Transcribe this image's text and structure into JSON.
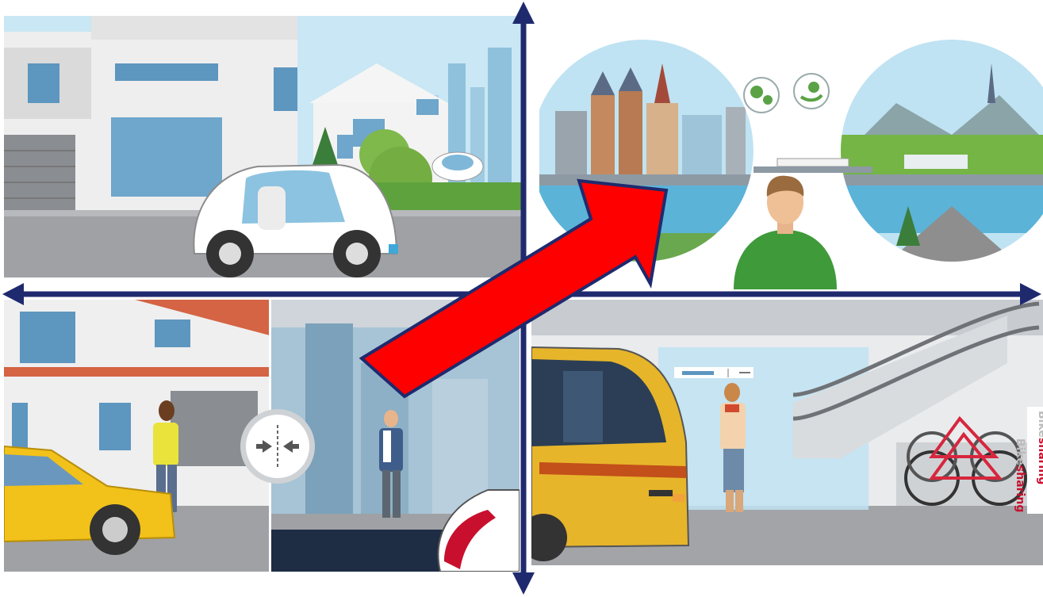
{
  "scene": {
    "panels": [
      {
        "id": "top-left",
        "subject": "autonomous-car-residential-street"
      },
      {
        "id": "top-right",
        "subject": "person-between-city-and-countryside"
      },
      {
        "id": "bottom-left",
        "subject": "car-person-train-split-scene"
      },
      {
        "id": "bottom-right",
        "subject": "bus-station-bike-sharing"
      }
    ],
    "icons": [
      "gears-icon",
      "hand-plant-icon",
      "split-arrows-icon"
    ],
    "bike_sign_lines": [
      "Bike",
      "sharing"
    ],
    "bike_rack_lines": [
      "Bike",
      "sharing"
    ],
    "colors": {
      "axis": "#1f2a6e",
      "trend_arrow_fill": "#ff0000",
      "trend_arrow_outline": "#1f2a6e",
      "sky": "#bfe3f2",
      "road": "#9c9ea3",
      "taxi": "#f2c21a",
      "bus": "#e7b52a",
      "shirt_green": "#3f9a3a"
    }
  }
}
